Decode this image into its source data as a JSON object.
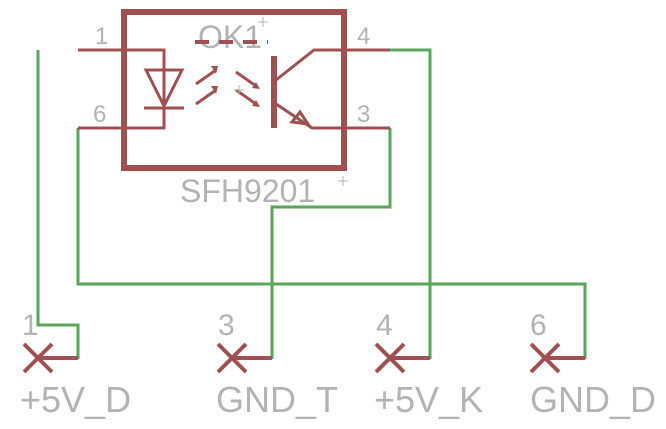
{
  "schematic": {
    "part": {
      "name": "OK1",
      "value": "SFH9201",
      "pins": {
        "p1": "1",
        "p6": "6",
        "p4": "4",
        "p3": "3"
      }
    },
    "terminals": [
      {
        "number": "1",
        "label": "+5V_D"
      },
      {
        "number": "3",
        "label": "GND_T"
      },
      {
        "number": "4",
        "label": "+5V_K"
      },
      {
        "number": "6",
        "label": "GND_D"
      }
    ],
    "colors": {
      "wire": "#5aa65a",
      "component": "#a05050",
      "text": "#b3b3b3",
      "background": "#ffffff"
    }
  }
}
